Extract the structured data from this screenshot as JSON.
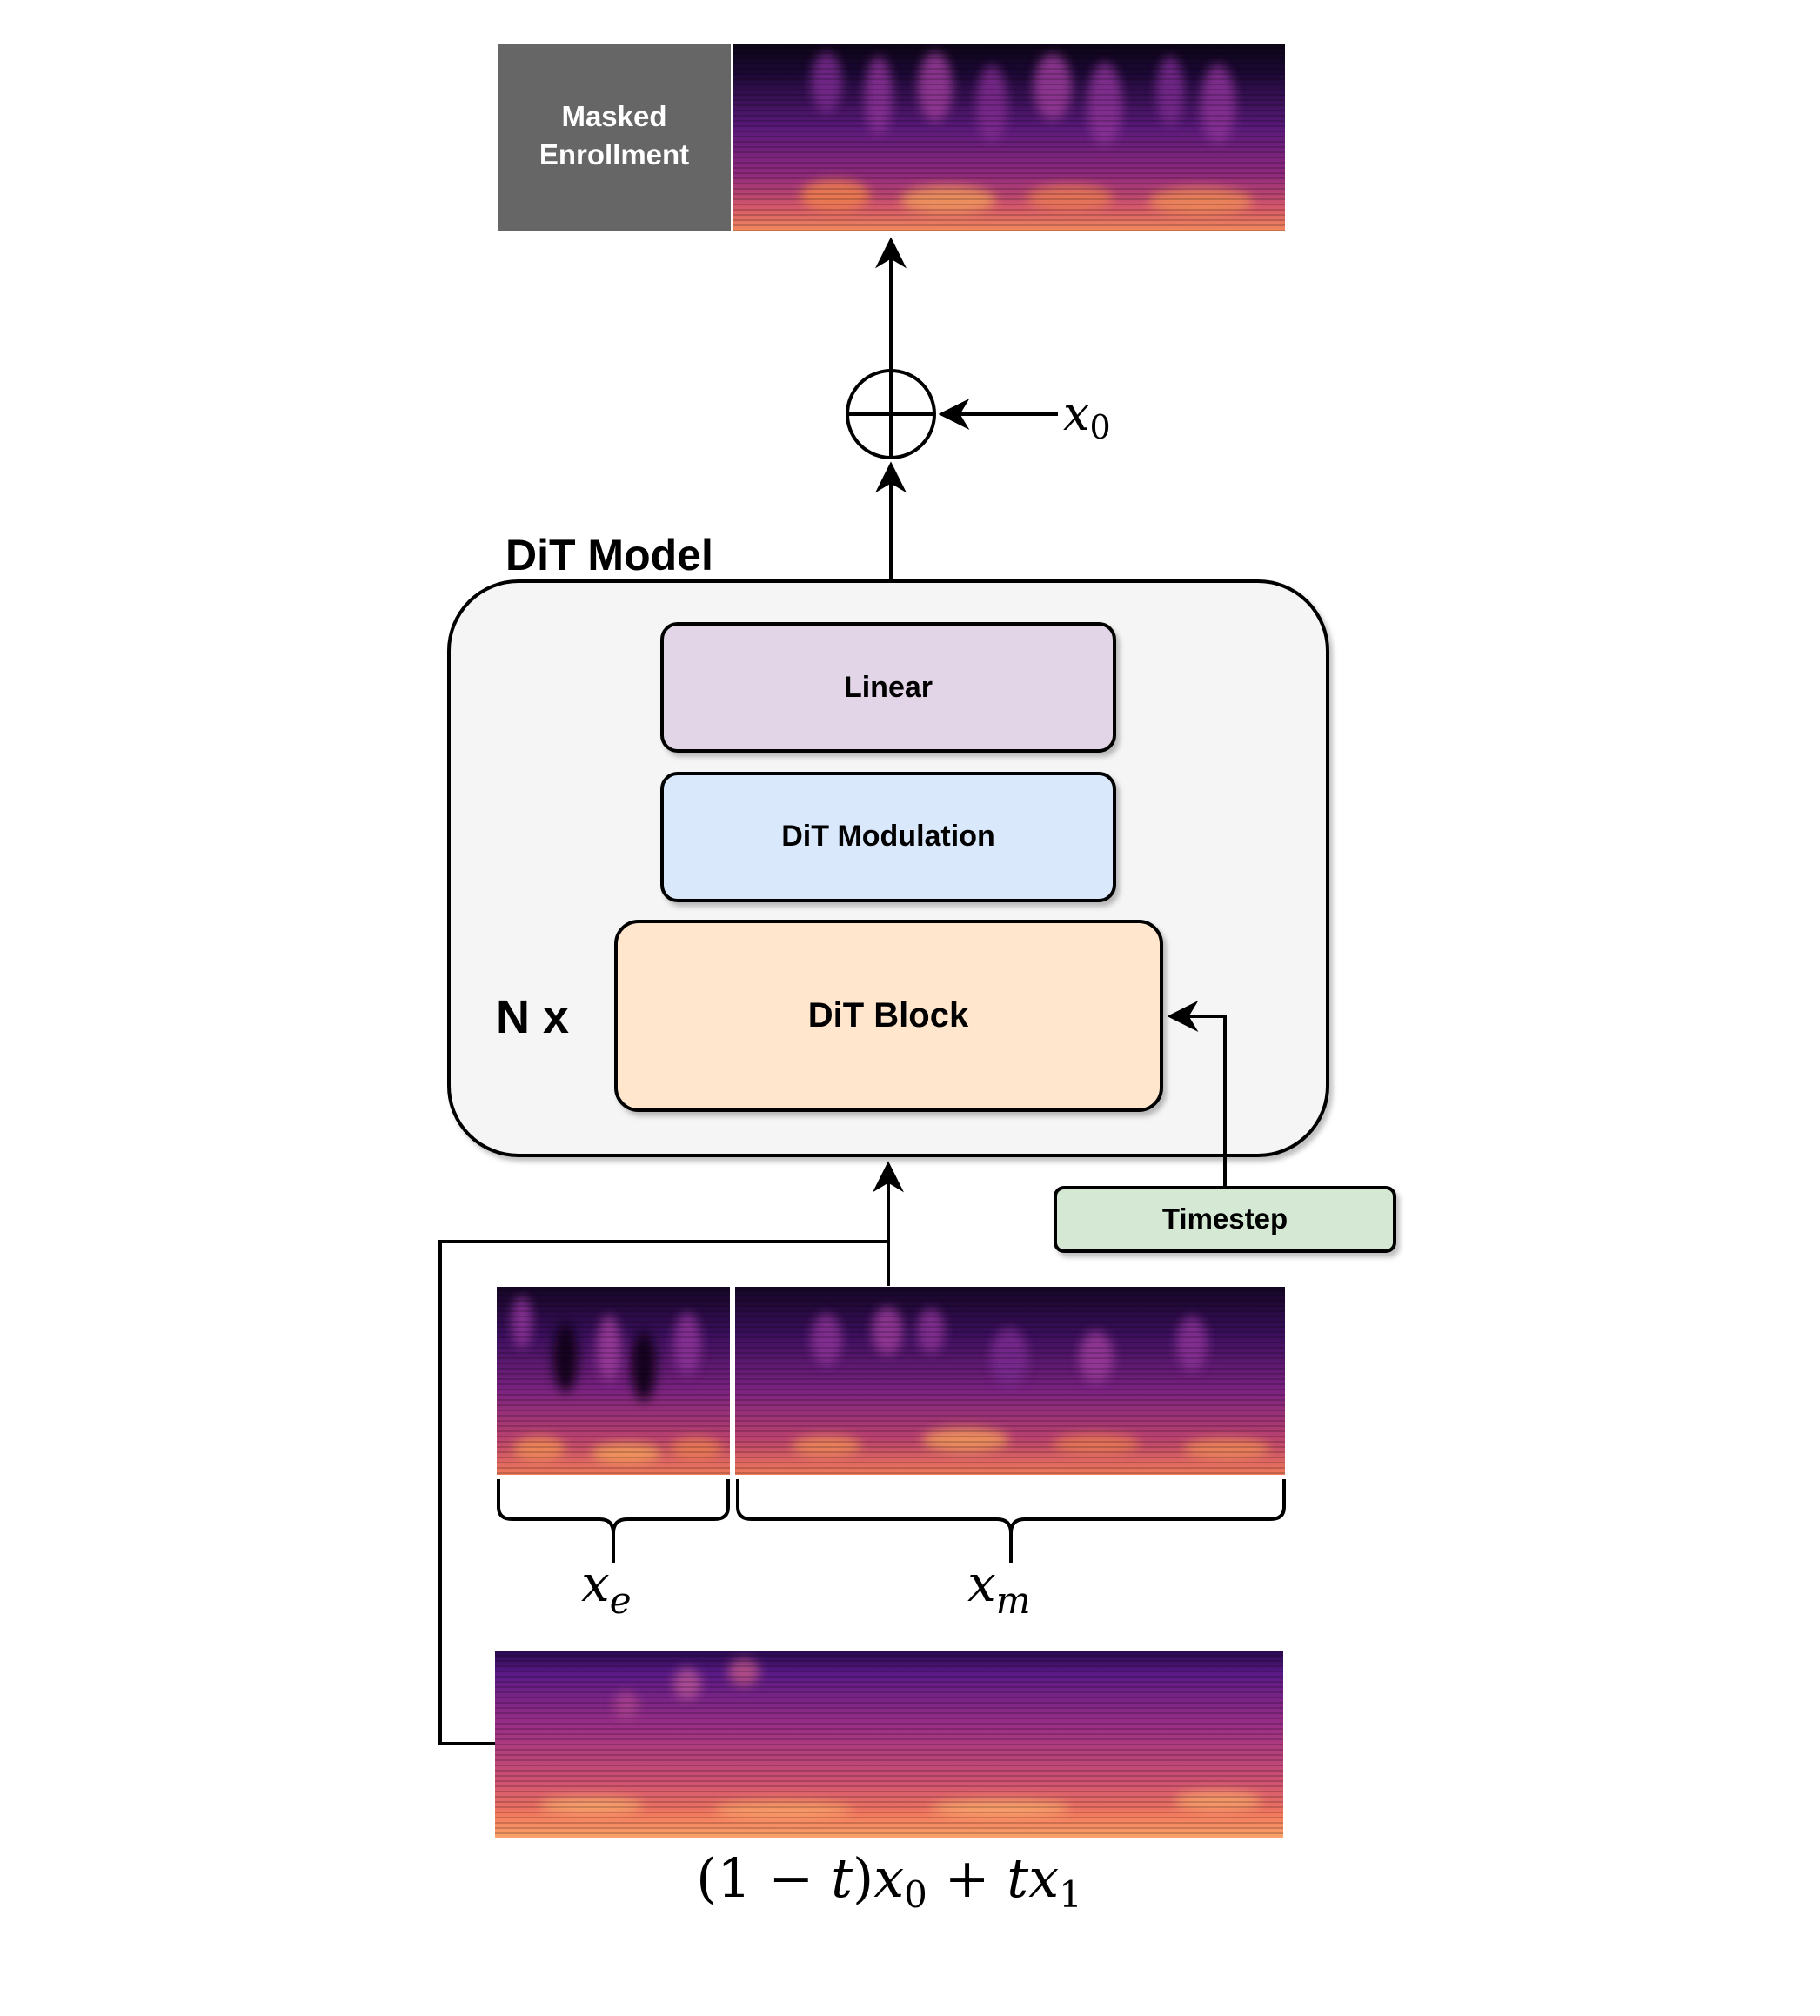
{
  "output_spectrogram": {
    "masked_label_line1": "Masked",
    "masked_label_line2": "Enrollment"
  },
  "sum_node": {
    "input_var": "x",
    "input_sub": "0"
  },
  "model": {
    "title": "DiT Model",
    "linear_label": "Linear",
    "modulation_label": "DiT Modulation",
    "block_label": "DiT Block",
    "repeat_label": "N x",
    "timestep_label": "Timestep"
  },
  "input_spectrogram": {
    "enroll_var": "x",
    "enroll_sub": "e",
    "mix_var": "x",
    "mix_sub": "m"
  },
  "noisy_spectrogram": {
    "formula_open": "(1 − ",
    "formula_t": "t",
    "formula_close": ")",
    "formula_x": "x",
    "formula_x0_sub": "0",
    "formula_plus": " + ",
    "formula_tx": "tx",
    "formula_x1_sub": "1"
  },
  "colors": {
    "linear_fill": "#e1d5e7",
    "modulation_fill": "#dae8fc",
    "block_fill": "#ffe6cc",
    "timestep_fill": "#d5e8d4",
    "model_fill": "#f5f5f5",
    "masked_fill": "#666666"
  }
}
